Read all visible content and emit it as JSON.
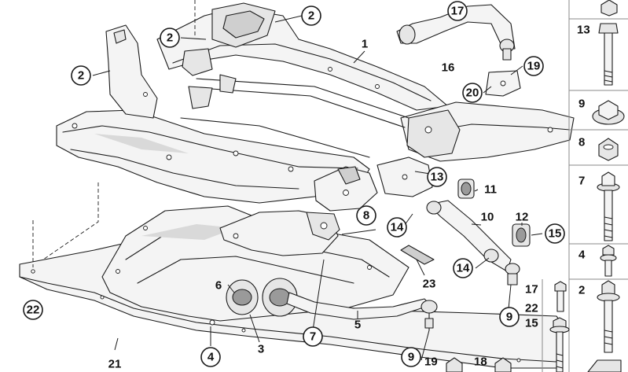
{
  "diagram": {
    "callouts": {
      "c1": "1",
      "c2a": "2",
      "c2b": "2",
      "c2c": "2",
      "c3": "3",
      "c4": "4",
      "c5": "5",
      "c6": "6",
      "c7": "7",
      "c8": "8",
      "c9a": "9",
      "c9b": "9",
      "c10": "10",
      "c11": "11",
      "c12": "12",
      "c13": "13",
      "c14a": "14",
      "c14b": "14",
      "c15": "15",
      "c16": "16",
      "c17": "17",
      "c19": "19",
      "c20": "20",
      "c21": "21",
      "c22": "22",
      "c23": "23"
    },
    "bottom_strip": {
      "b19": "19",
      "b18": "18"
    }
  },
  "sidebar": {
    "items": [
      {
        "label": "13",
        "icon": "long-bolt-icon"
      },
      {
        "label": "9",
        "icon": "flange-nut-icon"
      },
      {
        "label": "8",
        "icon": "hex-nut-icon"
      },
      {
        "label": "7",
        "icon": "flange-bolt-icon"
      },
      {
        "label": "4",
        "icon": "short-bolt-icon"
      },
      {
        "label": "2",
        "icon": "washer-bolt-icon"
      }
    ],
    "inner": [
      {
        "label": "17",
        "icon": "bolt-icon"
      },
      {
        "label": "22",
        "icon": "bolt-icon"
      },
      {
        "label": "15",
        "icon": "long-bolt-icon"
      }
    ]
  }
}
